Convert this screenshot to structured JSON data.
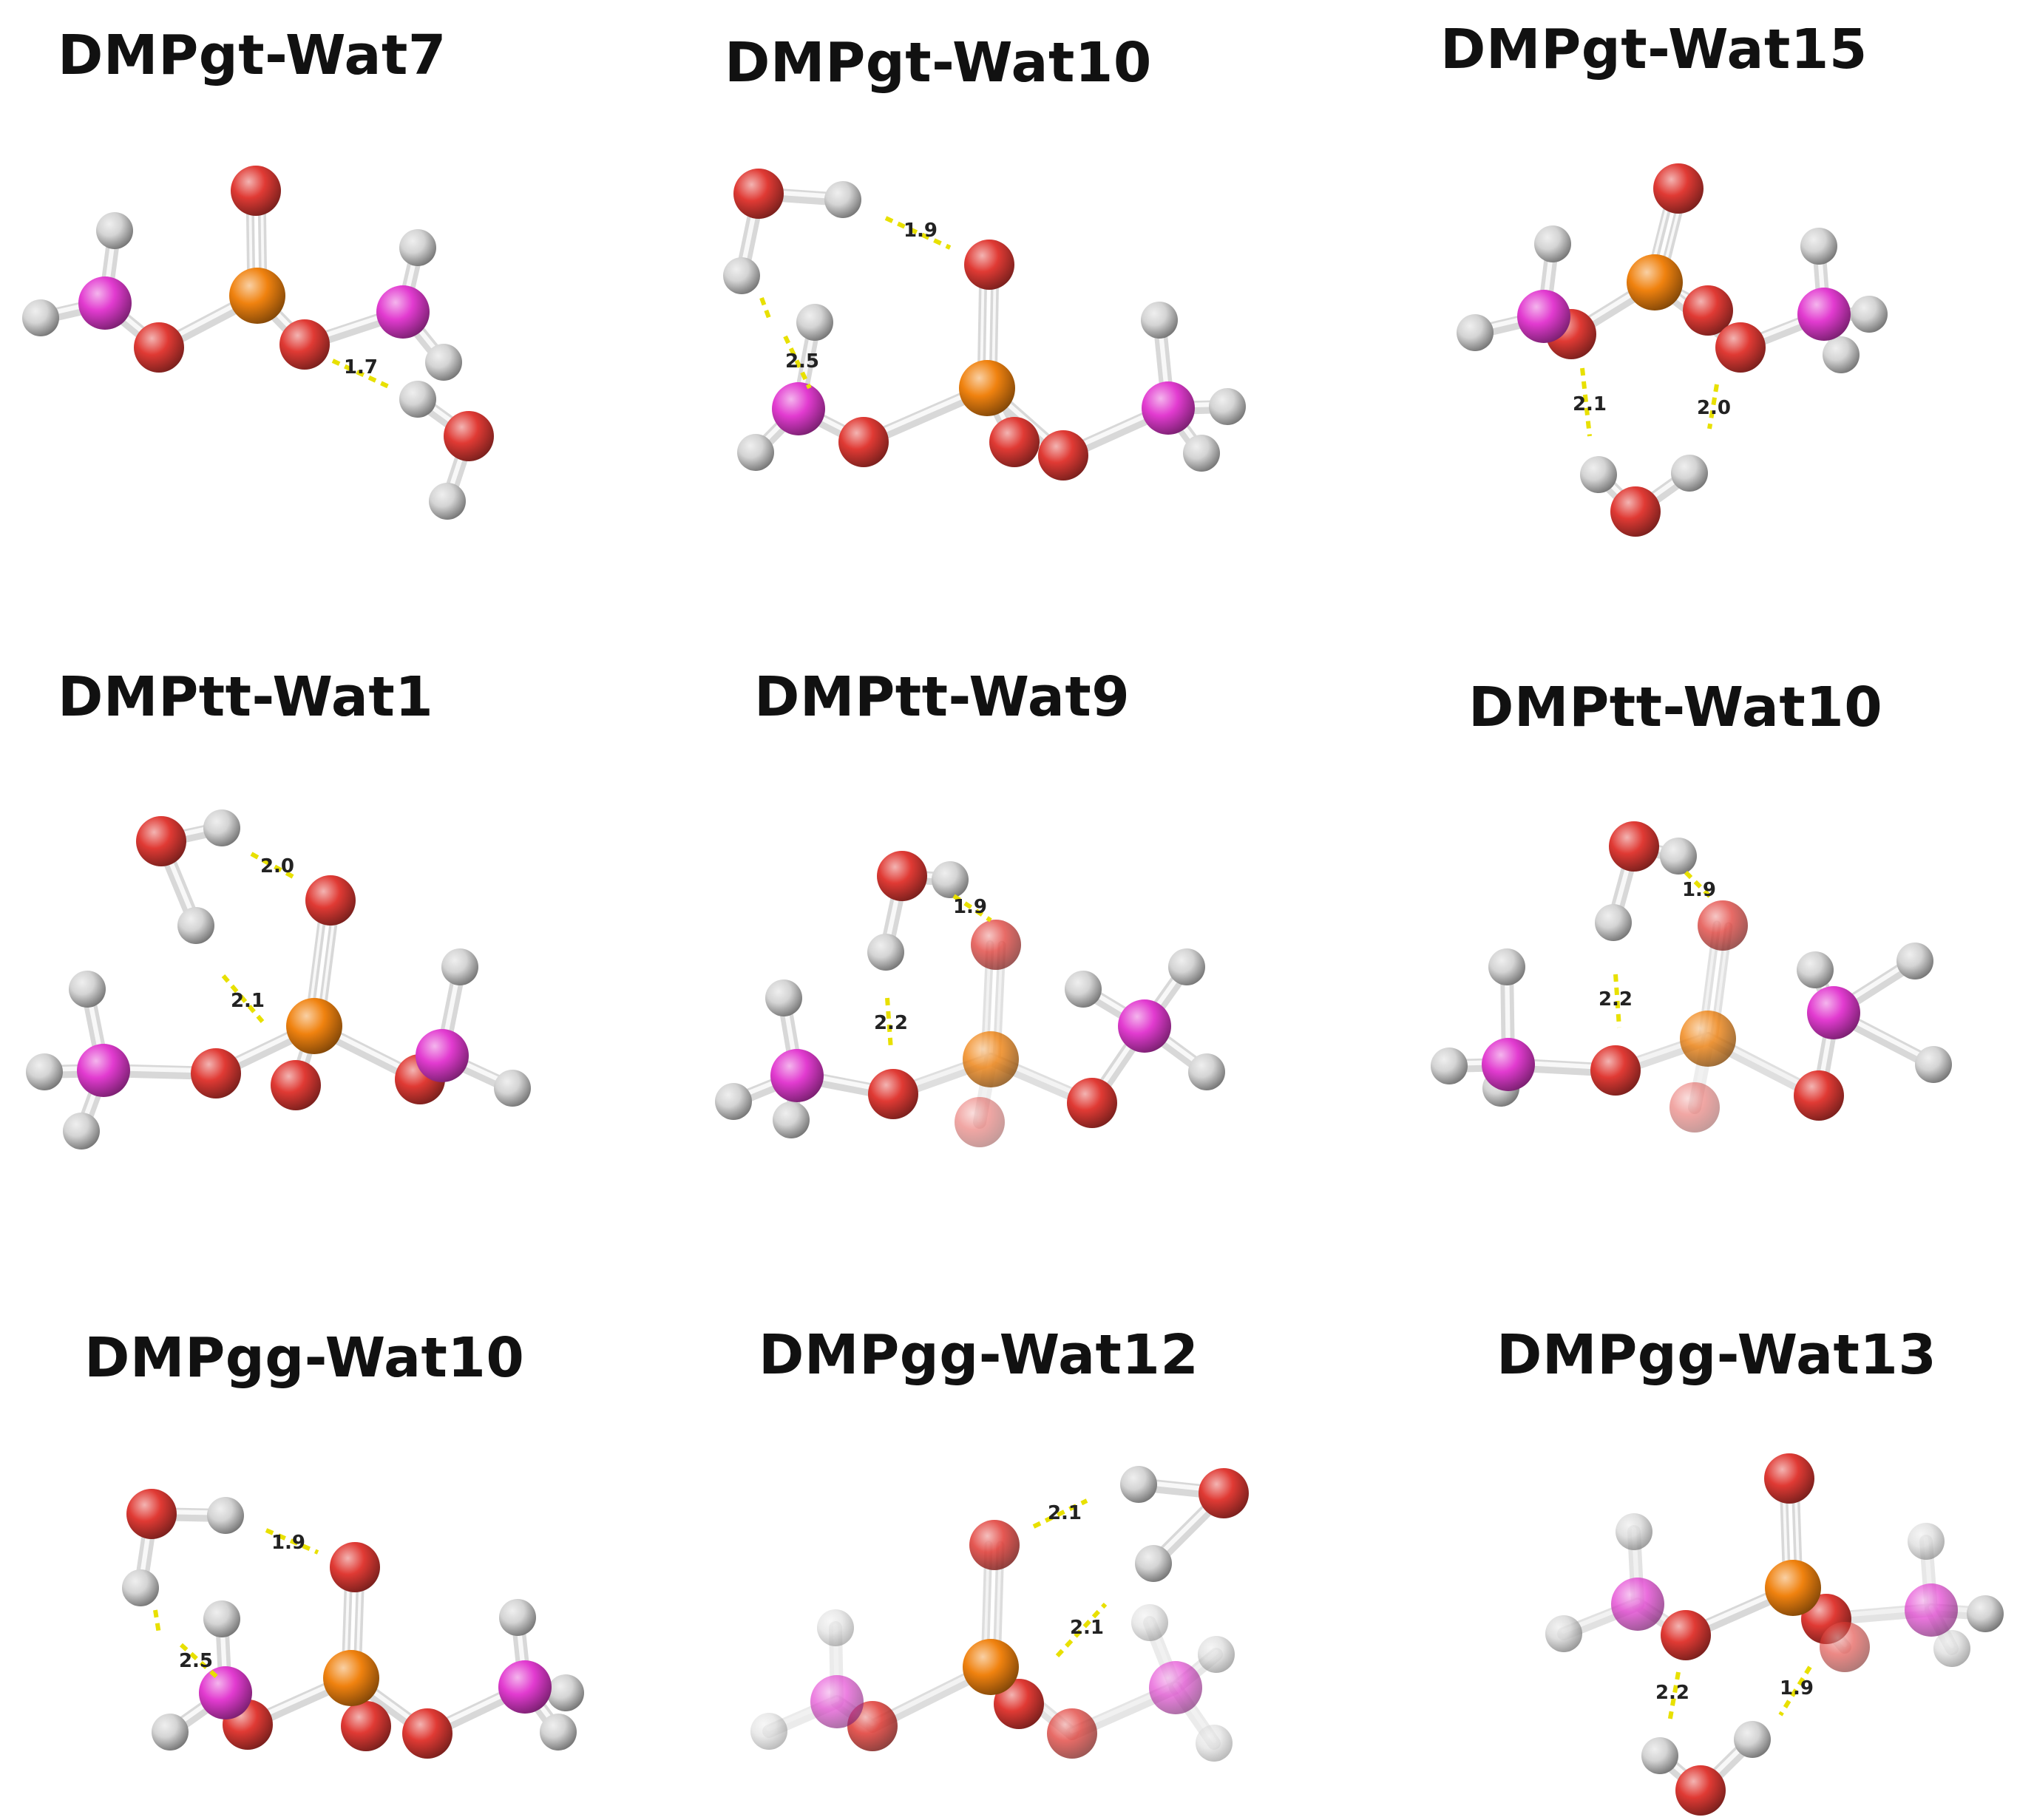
{
  "figure": {
    "panels": [
      {
        "id": "p1",
        "title": "DMPgt-Wat7",
        "distances": [
          "1.7"
        ]
      },
      {
        "id": "p2",
        "title": "DMPgt-Wat10",
        "distances": [
          "1.9",
          "2.5"
        ]
      },
      {
        "id": "p3",
        "title": "DMPgt-Wat15",
        "distances": [
          "2.1",
          "2.0"
        ]
      },
      {
        "id": "p4",
        "title": "DMPtt-Wat1",
        "distances": [
          "2.0",
          "2.1"
        ]
      },
      {
        "id": "p5",
        "title": "DMPtt-Wat9",
        "distances": [
          "1.9",
          "2.2"
        ]
      },
      {
        "id": "p6",
        "title": "DMPtt-Wat10",
        "distances": [
          "1.9",
          "2.2"
        ]
      },
      {
        "id": "p7",
        "title": "DMPgg-Wat10",
        "distances": [
          "1.9",
          "2.5"
        ]
      },
      {
        "id": "p8",
        "title": "DMPgg-Wat12",
        "distances": [
          "2.1",
          "2.1"
        ]
      },
      {
        "id": "p9",
        "title": "DMPgg-Wat13",
        "distances": [
          "2.2",
          "1.9"
        ]
      }
    ]
  },
  "colors": {
    "oxygen": "#e03a34",
    "phosphorus": "#f0820f",
    "carbon": "#e23bd0",
    "hydrogen": "#d4d4d4",
    "bond": "#d8d8d8",
    "hbond_dash": "#e8e000"
  }
}
